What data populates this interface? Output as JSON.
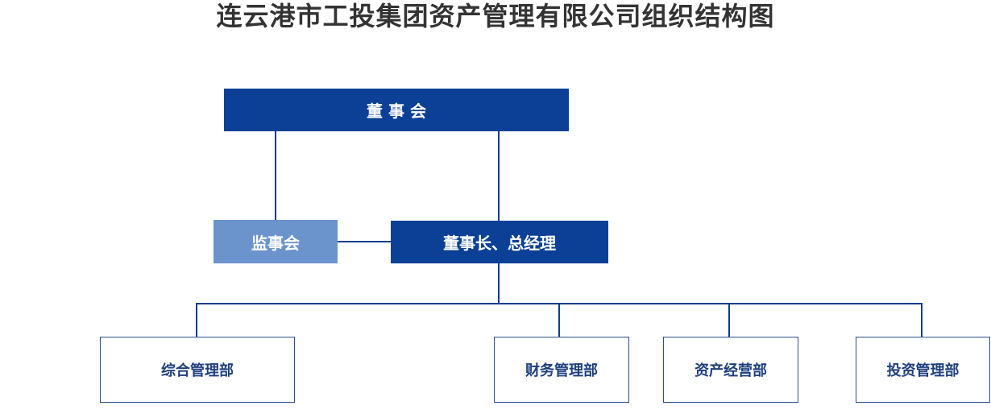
{
  "title": "连云港市工投集团资产管理有限公司组织结构图",
  "nodes": {
    "board": "董 事 会",
    "supervisors": "监事会",
    "chairman_gm": "董事长、总经理",
    "dept_general": "综合管理部",
    "dept_finance": "财务管理部",
    "dept_asset_ops": "资产经营部",
    "dept_investment": "投资管理部"
  },
  "colors": {
    "primary": "#0b4096",
    "secondary": "#6b93cc",
    "line": "#0b3d91",
    "outline_text": "#1e3f7d"
  }
}
